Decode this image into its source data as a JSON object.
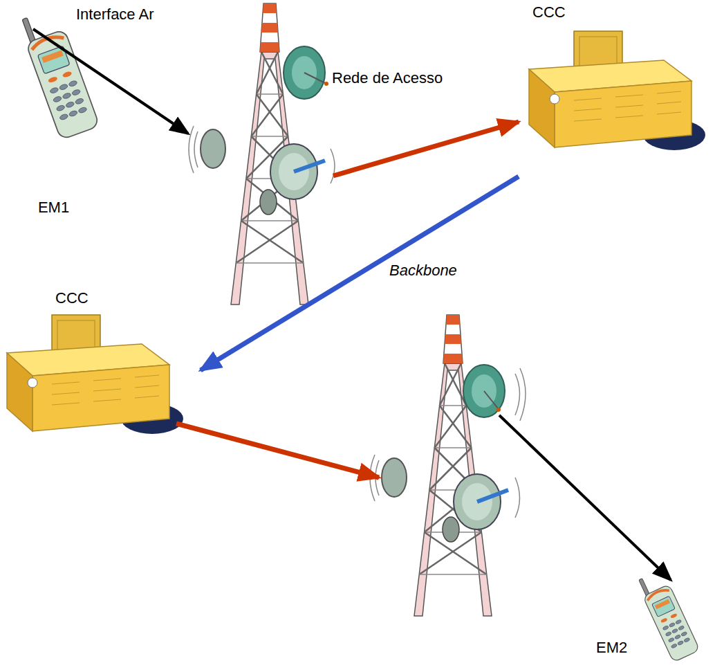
{
  "diagram": {
    "nodes": [
      {
        "text": [
          "EM1"
        ]
      },
      {
        "text": [
          "CCC"
        ]
      },
      {
        "text": [
          "CCC"
        ]
      },
      {
        "text": [
          "EM2"
        ]
      }
    ],
    "edges": [
      {
        "from": 1,
        "to": 2,
        "arrow": "to",
        "label": "Backbone"
      }
    ],
    "labels": [
      "Interface Ar",
      "Rede de Acesso"
    ]
  }
}
